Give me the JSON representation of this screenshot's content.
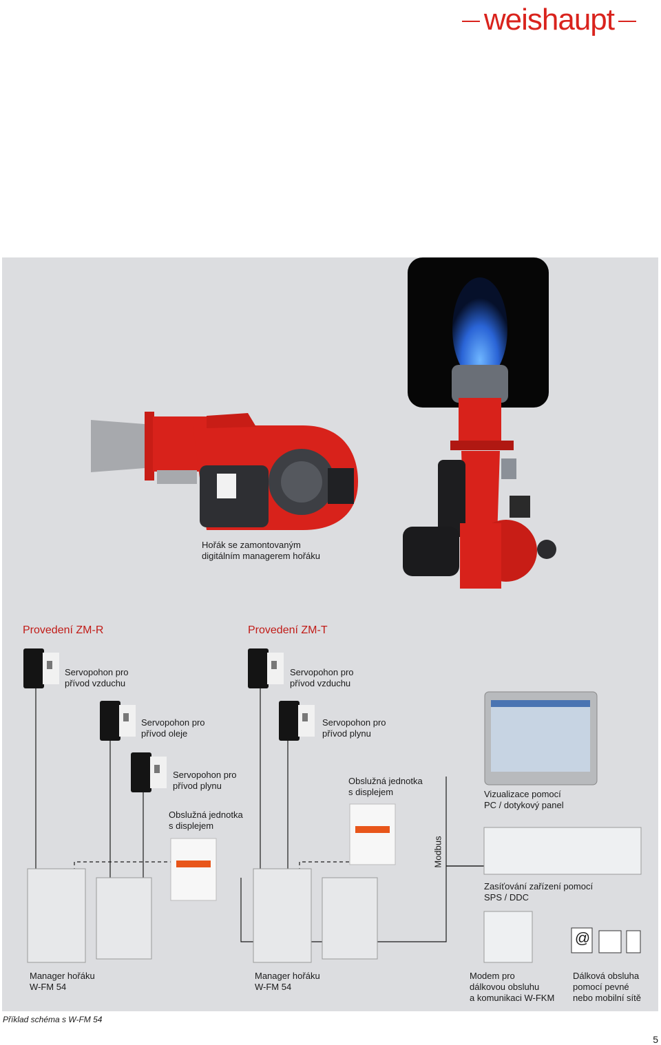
{
  "brand": {
    "logo": "weishaupt",
    "colors": {
      "brand_red": "#d9231d",
      "heading_red": "#c11b17",
      "panel_bg": "#dcdde0"
    }
  },
  "burner_caption": "Hořák se zamontovaným\ndigitálním managerem hořáku",
  "zm_r": {
    "title": "Provedení ZM-R",
    "servo_air": "Servopohon pro\npřívod vzduchu",
    "servo_oil": "Servopohon pro\npřívod oleje",
    "servo_gas": "Servopohon pro\npřívod plynu",
    "display_unit": "Obslužná jednotka\ns displejem",
    "manager": "Manager hořáku\nW-FM 54"
  },
  "zm_t": {
    "title": "Provedení ZM-T",
    "servo_air": "Servopohon pro\npřívod vzduchu",
    "servo_gas": "Servopohon pro\npřívod plynu",
    "display_unit": "Obslužná jednotka\ns displejem",
    "manager": "Manager hořáku\nW-FM 54"
  },
  "network": {
    "bus_label": "Modbus",
    "visualization": "Vizualizace pomocí\nPC / dotykový panel",
    "plc": "Zasíťování zařízení pomocí\nSPS / DDC",
    "modem": "Modem pro\ndálkovou obsluhu\na komunikaci W-FKM",
    "remote": "Dálková obsluha\npomocí pevné\nnebo mobilní sítě",
    "at_symbol": "@"
  },
  "figure_caption": "Příklad schéma s W-FM 54",
  "page_number": "5"
}
